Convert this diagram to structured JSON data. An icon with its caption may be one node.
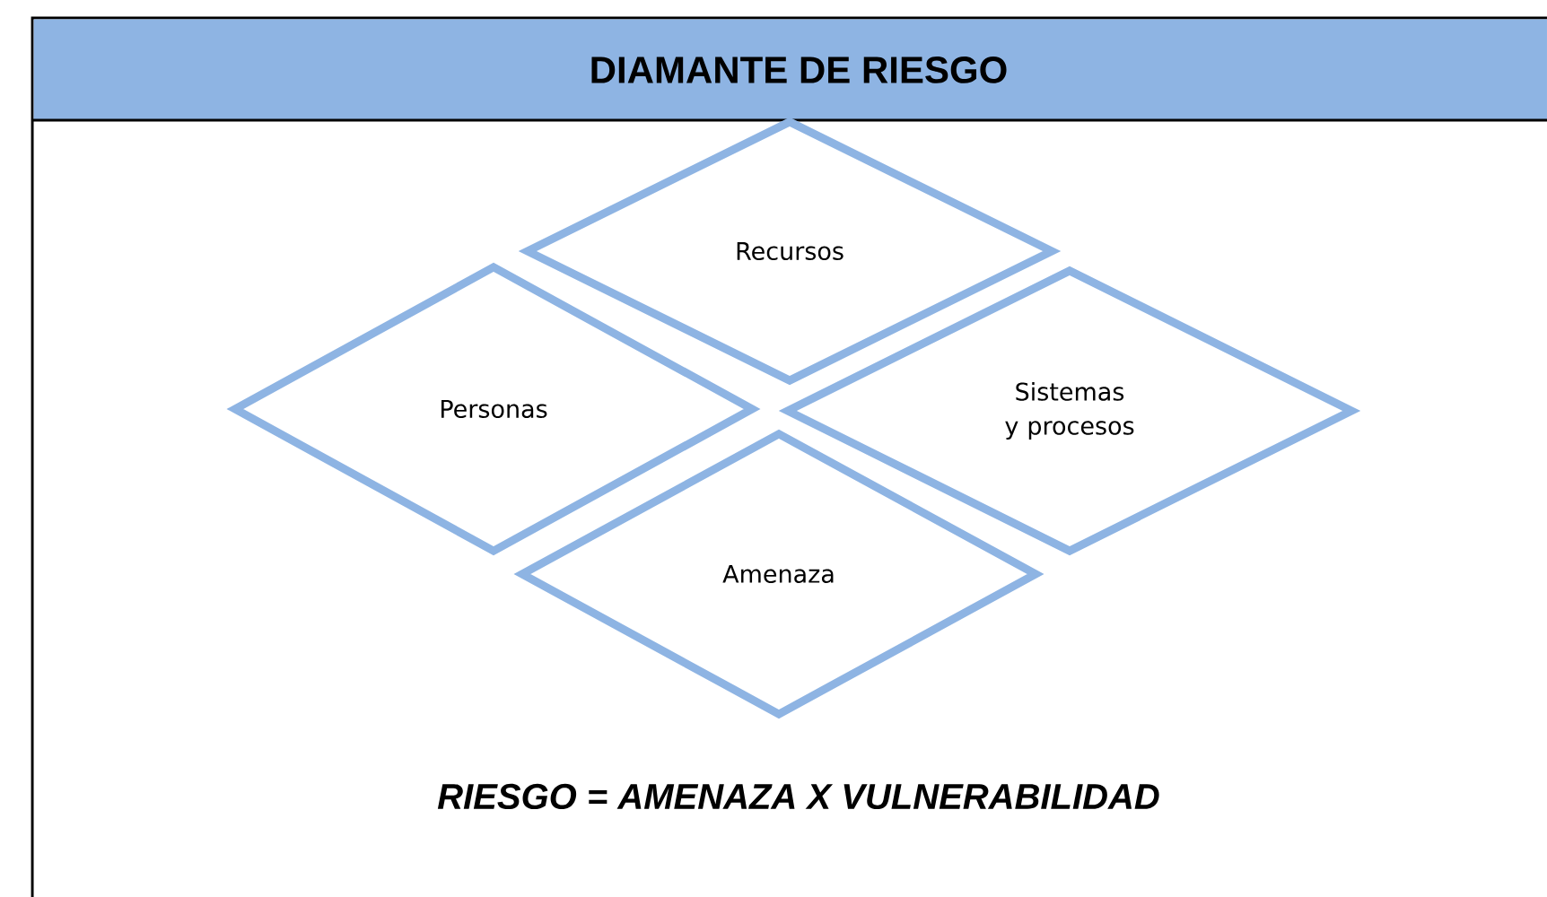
{
  "diagram": {
    "title": "DIAMANTE DE RIESGO",
    "nodes": [
      {
        "text": [
          "Recursos"
        ]
      },
      {
        "text": [
          "Personas"
        ]
      },
      {
        "text": [
          "Sistemas y procesos"
        ]
      },
      {
        "text": [
          "Amenaza"
        ]
      }
    ],
    "labels": [
      "RIESGO = AMENAZA X VULNERABILIDAD"
    ]
  }
}
